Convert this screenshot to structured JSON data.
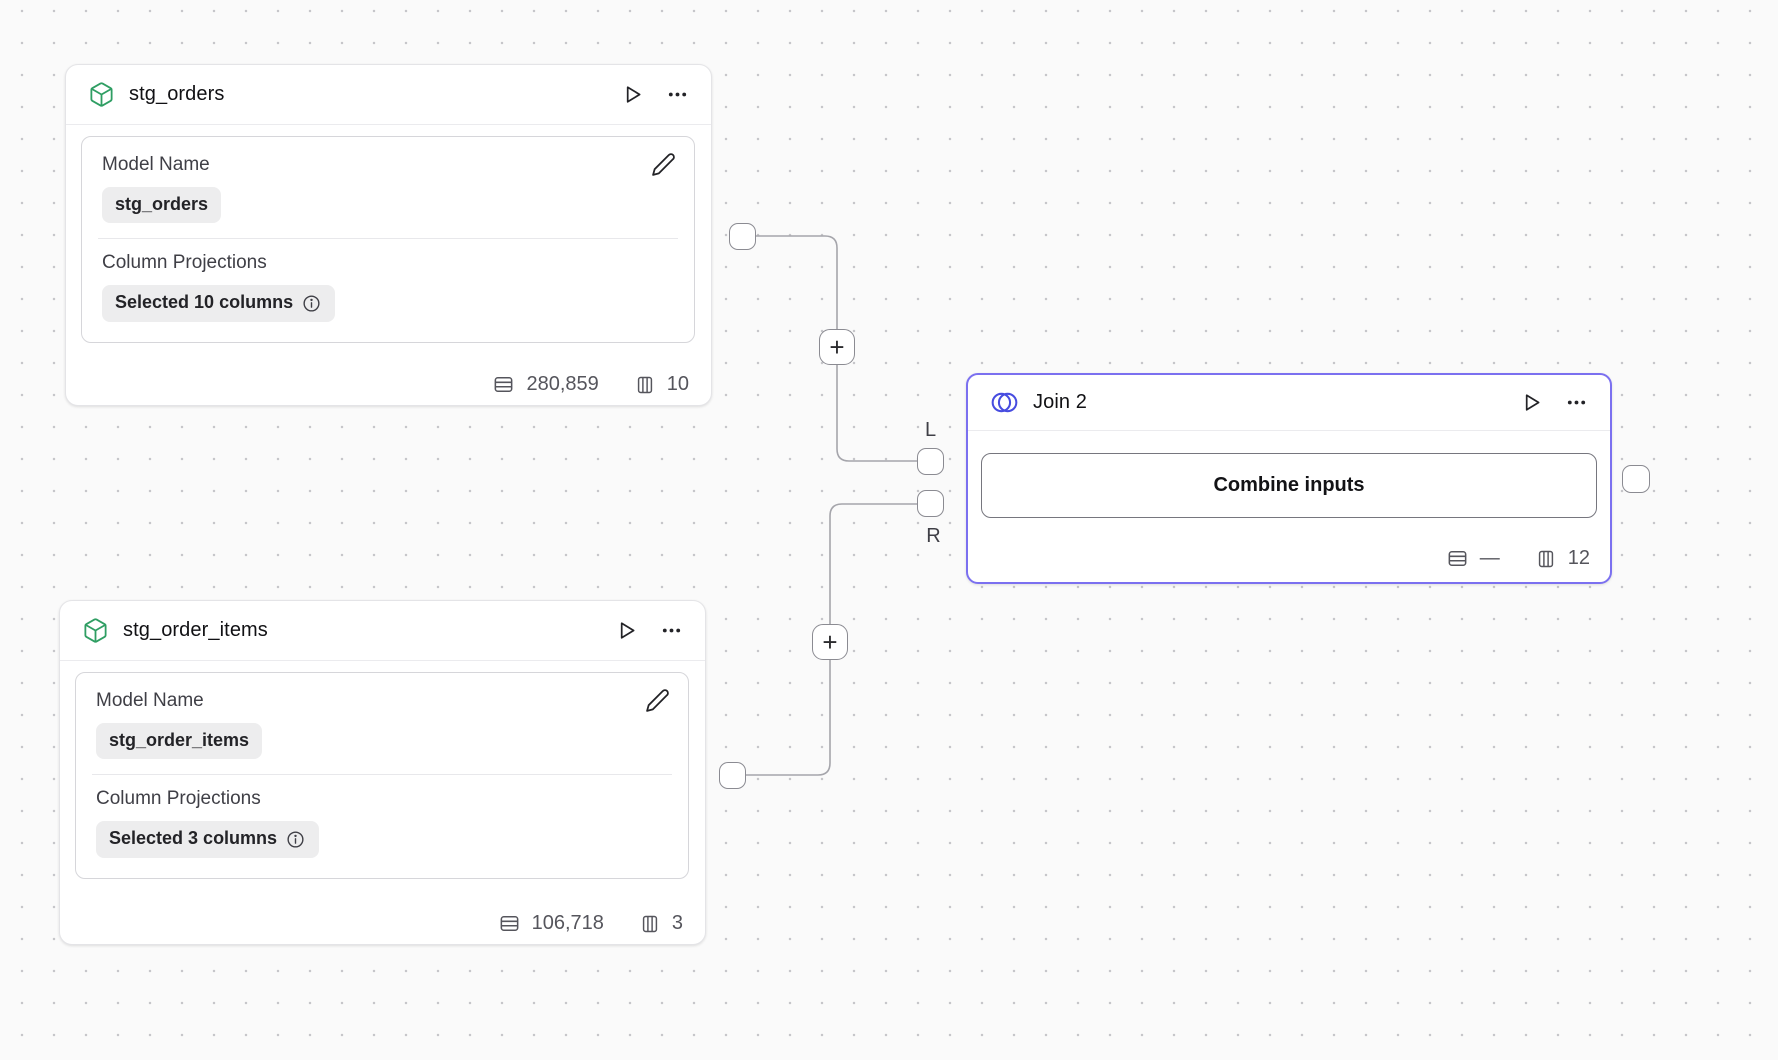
{
  "canvas": {
    "background_color": "#fafafa",
    "dot_color": "#c6c6ca"
  },
  "colors": {
    "model_icon_green": "#2f9e63",
    "join_icon_indigo": "#474ce0",
    "join_border_purple": "#7b70f0"
  },
  "ports": {
    "left_label": "L",
    "right_label": "R",
    "plus_label": "+"
  },
  "nodes": {
    "stg_orders": {
      "title": "stg_orders",
      "model_name_label": "Model Name",
      "model_name_value": "stg_orders",
      "projections_label": "Column Projections",
      "projections_value": "Selected 10 columns",
      "row_count": "280,859",
      "column_count": "10"
    },
    "stg_order_items": {
      "title": "stg_order_items",
      "model_name_label": "Model Name",
      "model_name_value": "stg_order_items",
      "projections_label": "Column Projections",
      "projections_value": "Selected 3 columns",
      "row_count": "106,718",
      "column_count": "3"
    },
    "join": {
      "title": "Join 2",
      "button_label": "Combine inputs",
      "row_count": "—",
      "column_count": "12"
    }
  }
}
